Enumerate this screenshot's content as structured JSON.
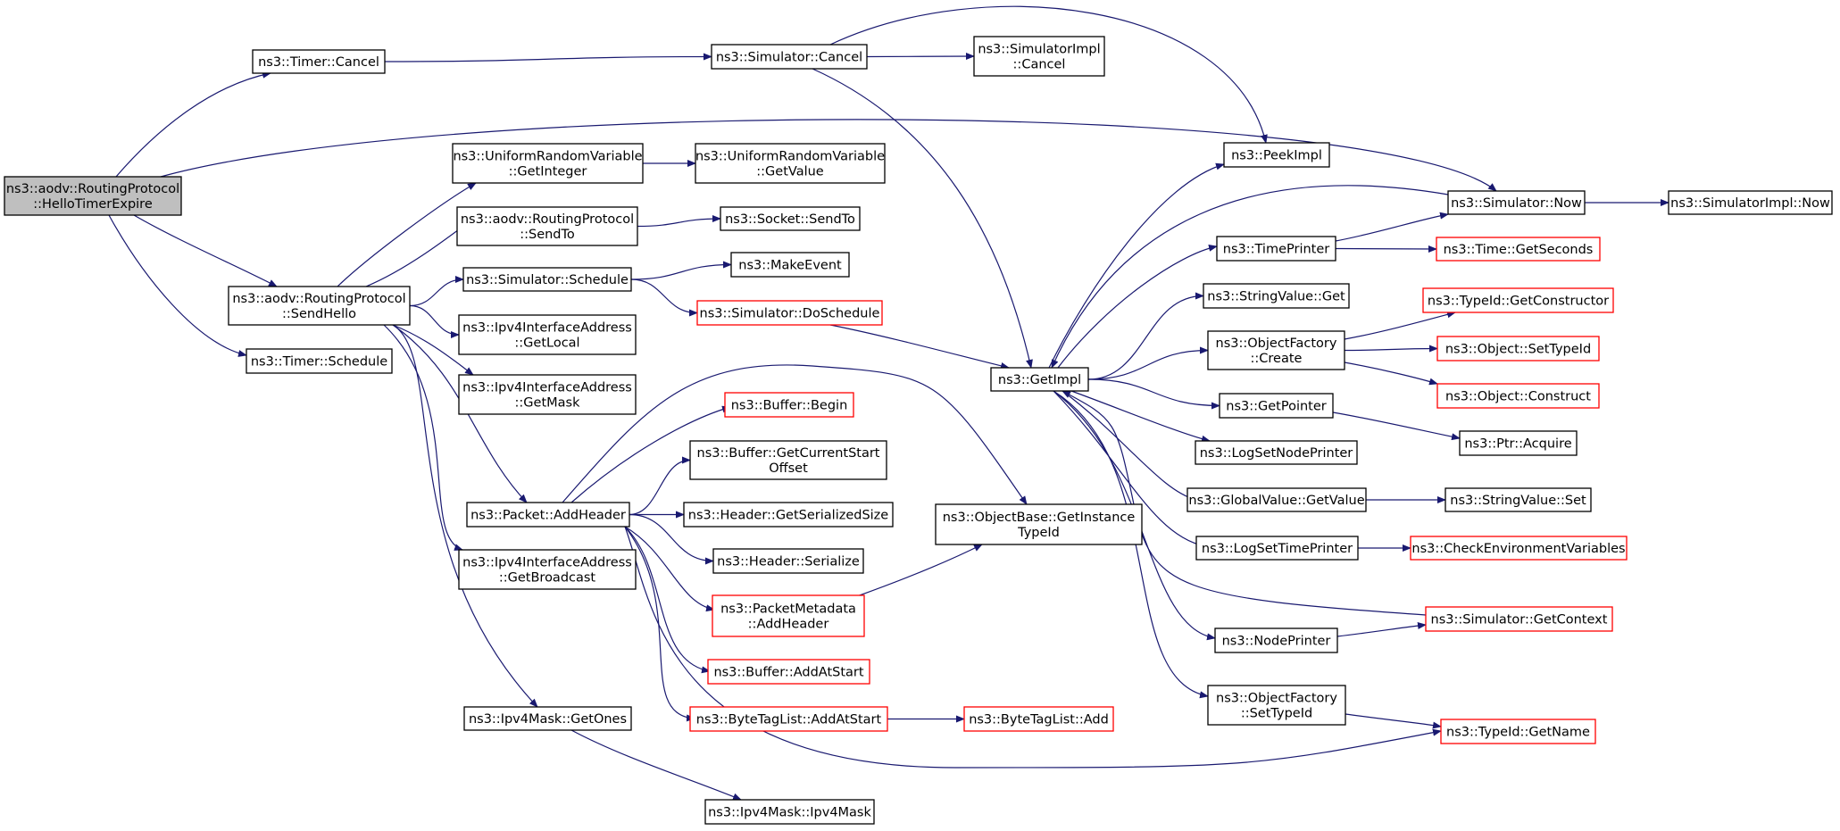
{
  "graph": {
    "colors": {
      "edge": "#191970",
      "node_border": "#000000",
      "node_border_linked": "#ff0000",
      "root_fill": "#bfbfbf",
      "node_fill": "#ffffff"
    },
    "nodes": [
      {
        "id": "hello_timer_expire",
        "lines": [
          "ns3::aodv::RoutingProtocol",
          "::HelloTimerExpire"
        ],
        "style": "root"
      },
      {
        "id": "timer_cancel",
        "lines": [
          "ns3::Timer::Cancel"
        ],
        "style": "normal"
      },
      {
        "id": "send_hello",
        "lines": [
          "ns3::aodv::RoutingProtocol",
          "::SendHello"
        ],
        "style": "normal"
      },
      {
        "id": "timer_schedule",
        "lines": [
          "ns3::Timer::Schedule"
        ],
        "style": "normal"
      },
      {
        "id": "simulator_cancel",
        "lines": [
          "ns3::Simulator::Cancel"
        ],
        "style": "normal"
      },
      {
        "id": "simimpl_cancel",
        "lines": [
          "ns3::SimulatorImpl",
          "::Cancel"
        ],
        "style": "normal"
      },
      {
        "id": "urv_getinteger",
        "lines": [
          "ns3::UniformRandomVariable",
          "::GetInteger"
        ],
        "style": "normal"
      },
      {
        "id": "urv_getvalue",
        "lines": [
          "ns3::UniformRandomVariable",
          "::GetValue"
        ],
        "style": "normal"
      },
      {
        "id": "rp_sendto",
        "lines": [
          "ns3::aodv::RoutingProtocol",
          "::SendTo"
        ],
        "style": "normal"
      },
      {
        "id": "socket_sendto",
        "lines": [
          "ns3::Socket::SendTo"
        ],
        "style": "normal"
      },
      {
        "id": "simulator_schedule",
        "lines": [
          "ns3::Simulator::Schedule"
        ],
        "style": "normal"
      },
      {
        "id": "make_event",
        "lines": [
          "ns3::MakeEvent"
        ],
        "style": "normal"
      },
      {
        "id": "simulator_doschedule",
        "lines": [
          "ns3::Simulator::DoSchedule"
        ],
        "style": "red"
      },
      {
        "id": "ipv4ia_getlocal",
        "lines": [
          "ns3::Ipv4InterfaceAddress",
          "::GetLocal"
        ],
        "style": "normal"
      },
      {
        "id": "ipv4ia_getmask",
        "lines": [
          "ns3::Ipv4InterfaceAddress",
          "::GetMask"
        ],
        "style": "normal"
      },
      {
        "id": "packet_addheader",
        "lines": [
          "ns3::Packet::AddHeader"
        ],
        "style": "normal"
      },
      {
        "id": "ipv4ia_getbroadcast",
        "lines": [
          "ns3::Ipv4InterfaceAddress",
          "::GetBroadcast"
        ],
        "style": "normal"
      },
      {
        "id": "ipv4mask_getones",
        "lines": [
          "ns3::Ipv4Mask::GetOnes"
        ],
        "style": "normal"
      },
      {
        "id": "ipv4mask_ipv4mask",
        "lines": [
          "ns3::Ipv4Mask::Ipv4Mask"
        ],
        "style": "normal"
      },
      {
        "id": "buffer_begin",
        "lines": [
          "ns3::Buffer::Begin"
        ],
        "style": "red"
      },
      {
        "id": "buffer_getcurrentstart",
        "lines": [
          "ns3::Buffer::GetCurrentStart",
          "Offset"
        ],
        "style": "normal"
      },
      {
        "id": "header_getserializedsize",
        "lines": [
          "ns3::Header::GetSerializedSize"
        ],
        "style": "normal"
      },
      {
        "id": "header_serialize",
        "lines": [
          "ns3::Header::Serialize"
        ],
        "style": "normal"
      },
      {
        "id": "pm_addheader",
        "lines": [
          "ns3::PacketMetadata",
          "::AddHeader"
        ],
        "style": "red"
      },
      {
        "id": "buffer_addatstart",
        "lines": [
          "ns3::Buffer::AddAtStart"
        ],
        "style": "red"
      },
      {
        "id": "btl_addatstart",
        "lines": [
          "ns3::ByteTagList::AddAtStart"
        ],
        "style": "red"
      },
      {
        "id": "btl_add",
        "lines": [
          "ns3::ByteTagList::Add"
        ],
        "style": "red"
      },
      {
        "id": "objectbase_getinstancetypeid",
        "lines": [
          "ns3::ObjectBase::GetInstance",
          "TypeId"
        ],
        "style": "normal"
      },
      {
        "id": "getimpl",
        "lines": [
          "ns3::GetImpl"
        ],
        "style": "normal"
      },
      {
        "id": "peekimpl",
        "lines": [
          "ns3::PeekImpl"
        ],
        "style": "normal"
      },
      {
        "id": "simulator_now",
        "lines": [
          "ns3::Simulator::Now"
        ],
        "style": "normal"
      },
      {
        "id": "simimpl_now",
        "lines": [
          "ns3::SimulatorImpl::Now"
        ],
        "style": "normal"
      },
      {
        "id": "timeprinter",
        "lines": [
          "ns3::TimePrinter"
        ],
        "style": "normal"
      },
      {
        "id": "time_getseconds",
        "lines": [
          "ns3::Time::GetSeconds"
        ],
        "style": "red"
      },
      {
        "id": "stringvalue_get",
        "lines": [
          "ns3::StringValue::Get"
        ],
        "style": "normal"
      },
      {
        "id": "objectfactory_create",
        "lines": [
          "ns3::ObjectFactory",
          "::Create"
        ],
        "style": "normal"
      },
      {
        "id": "typeid_getconstructor",
        "lines": [
          "ns3::TypeId::GetConstructor"
        ],
        "style": "red"
      },
      {
        "id": "object_settypeid",
        "lines": [
          "ns3::Object::SetTypeId"
        ],
        "style": "red"
      },
      {
        "id": "object_construct",
        "lines": [
          "ns3::Object::Construct"
        ],
        "style": "red"
      },
      {
        "id": "getpointer",
        "lines": [
          "ns3::GetPointer"
        ],
        "style": "normal"
      },
      {
        "id": "ptr_acquire",
        "lines": [
          "ns3::Ptr::Acquire"
        ],
        "style": "normal"
      },
      {
        "id": "logsetnodeprinter",
        "lines": [
          "ns3::LogSetNodePrinter"
        ],
        "style": "normal"
      },
      {
        "id": "globalvalue_getvalue",
        "lines": [
          "ns3::GlobalValue::GetValue"
        ],
        "style": "normal"
      },
      {
        "id": "stringvalue_set",
        "lines": [
          "ns3::StringValue::Set"
        ],
        "style": "normal"
      },
      {
        "id": "logsettimeprinter",
        "lines": [
          "ns3::LogSetTimePrinter"
        ],
        "style": "normal"
      },
      {
        "id": "checkenvvars",
        "lines": [
          "ns3::CheckEnvironmentVariables"
        ],
        "style": "red"
      },
      {
        "id": "simulator_getcontext",
        "lines": [
          "ns3::Simulator::GetContext"
        ],
        "style": "red"
      },
      {
        "id": "nodeprinter",
        "lines": [
          "ns3::NodePrinter"
        ],
        "style": "normal"
      },
      {
        "id": "objectfactory_settypeid",
        "lines": [
          "ns3::ObjectFactory",
          "::SetTypeId"
        ],
        "style": "normal"
      },
      {
        "id": "typeid_getname",
        "lines": [
          "ns3::TypeId::GetName"
        ],
        "style": "red"
      }
    ],
    "edges": [
      [
        "hello_timer_expire",
        "timer_cancel"
      ],
      [
        "hello_timer_expire",
        "send_hello"
      ],
      [
        "hello_timer_expire",
        "timer_schedule"
      ],
      [
        "hello_timer_expire",
        "simulator_now"
      ],
      [
        "timer_cancel",
        "simulator_cancel"
      ],
      [
        "simulator_cancel",
        "simimpl_cancel"
      ],
      [
        "simulator_cancel",
        "peekimpl"
      ],
      [
        "simulator_cancel",
        "getimpl"
      ],
      [
        "send_hello",
        "urv_getinteger"
      ],
      [
        "send_hello",
        "rp_sendto"
      ],
      [
        "send_hello",
        "simulator_schedule"
      ],
      [
        "send_hello",
        "ipv4ia_getlocal"
      ],
      [
        "send_hello",
        "ipv4ia_getmask"
      ],
      [
        "send_hello",
        "packet_addheader"
      ],
      [
        "send_hello",
        "ipv4ia_getbroadcast"
      ],
      [
        "send_hello",
        "ipv4mask_getones"
      ],
      [
        "urv_getinteger",
        "urv_getvalue"
      ],
      [
        "rp_sendto",
        "socket_sendto"
      ],
      [
        "simulator_schedule",
        "make_event"
      ],
      [
        "simulator_schedule",
        "simulator_doschedule"
      ],
      [
        "simulator_doschedule",
        "getimpl"
      ],
      [
        "ipv4mask_getones",
        "ipv4mask_ipv4mask"
      ],
      [
        "packet_addheader",
        "buffer_begin"
      ],
      [
        "packet_addheader",
        "buffer_getcurrentstart"
      ],
      [
        "packet_addheader",
        "header_getserializedsize"
      ],
      [
        "packet_addheader",
        "header_serialize"
      ],
      [
        "packet_addheader",
        "pm_addheader"
      ],
      [
        "packet_addheader",
        "buffer_addatstart"
      ],
      [
        "packet_addheader",
        "btl_addatstart"
      ],
      [
        "packet_addheader",
        "objectbase_getinstancetypeid"
      ],
      [
        "packet_addheader",
        "typeid_getname"
      ],
      [
        "pm_addheader",
        "objectbase_getinstancetypeid"
      ],
      [
        "btl_addatstart",
        "btl_add"
      ],
      [
        "getimpl",
        "peekimpl"
      ],
      [
        "getimpl",
        "timeprinter"
      ],
      [
        "getimpl",
        "stringvalue_get"
      ],
      [
        "getimpl",
        "objectfactory_create"
      ],
      [
        "getimpl",
        "getpointer"
      ],
      [
        "getimpl",
        "logsetnodeprinter"
      ],
      [
        "getimpl",
        "globalvalue_getvalue"
      ],
      [
        "getimpl",
        "logsettimeprinter"
      ],
      [
        "getimpl",
        "nodeprinter"
      ],
      [
        "getimpl",
        "objectfactory_settypeid"
      ],
      [
        "simulator_now",
        "getimpl"
      ],
      [
        "simulator_now",
        "simimpl_now"
      ],
      [
        "timeprinter",
        "simulator_now"
      ],
      [
        "timeprinter",
        "time_getseconds"
      ],
      [
        "objectfactory_create",
        "typeid_getconstructor"
      ],
      [
        "objectfactory_create",
        "object_settypeid"
      ],
      [
        "objectfactory_create",
        "object_construct"
      ],
      [
        "getpointer",
        "ptr_acquire"
      ],
      [
        "globalvalue_getvalue",
        "stringvalue_set"
      ],
      [
        "logsettimeprinter",
        "checkenvvars"
      ],
      [
        "simulator_getcontext",
        "getimpl"
      ],
      [
        "nodeprinter",
        "simulator_getcontext"
      ],
      [
        "objectfactory_settypeid",
        "typeid_getname"
      ]
    ]
  }
}
